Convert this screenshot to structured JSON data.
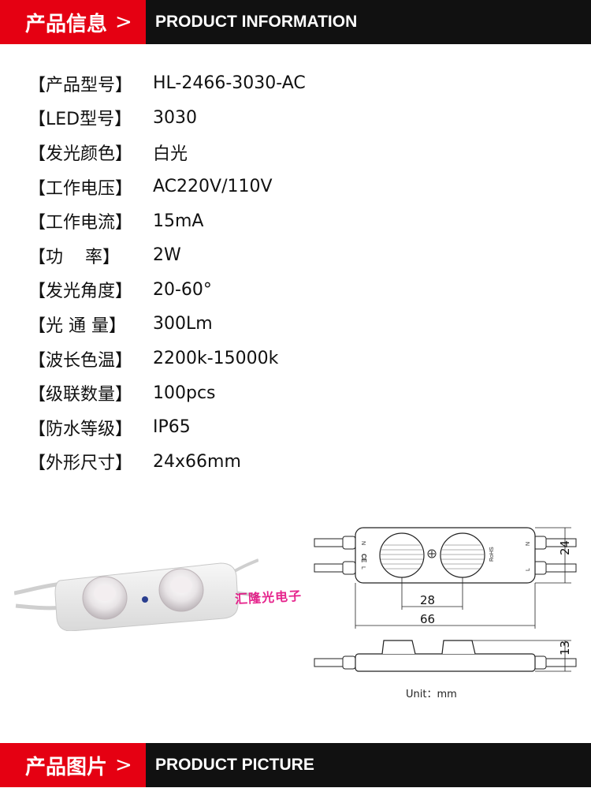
{
  "header": {
    "title_cn": "产品信息",
    "chevron": ">",
    "title_en": "PRODUCT INFORMATION"
  },
  "specs": [
    {
      "label": "【产品型号】",
      "value": "HL-2466-3030-AC"
    },
    {
      "label": "【LED型号】",
      "value": "3030"
    },
    {
      "label": "【发光颜色】",
      "value": "白光"
    },
    {
      "label": "【工作电压】",
      "value": "AC220V/110V"
    },
    {
      "label": "【工作电流】",
      "value": "15mA"
    },
    {
      "label": "【功    率】",
      "value": "2W"
    },
    {
      "label": "【发光角度】",
      "value": "20-60°"
    },
    {
      "label": "【光 通 量】",
      "value": "300Lm"
    },
    {
      "label": "【波长色温】",
      "value": "2200k-15000k"
    },
    {
      "label": "【级联数量】",
      "value": "100pcs"
    },
    {
      "label": "【防水等级】",
      "value": "IP65"
    },
    {
      "label": "【外形尺寸】",
      "value": "24x66mm"
    }
  ],
  "drawing": {
    "dim_height": "24",
    "dim_lens_spacing": "28",
    "dim_length": "66",
    "dim_thickness": "13",
    "mark_l": "L",
    "mark_n": "N",
    "mark_ce": "CE",
    "mark_rohs": "RoHS",
    "unit": "Unit：mm"
  },
  "watermark": "汇隆光电子",
  "footer": {
    "title_cn": "产品图片",
    "chevron": ">",
    "title_en": "PRODUCT PICTURE"
  }
}
